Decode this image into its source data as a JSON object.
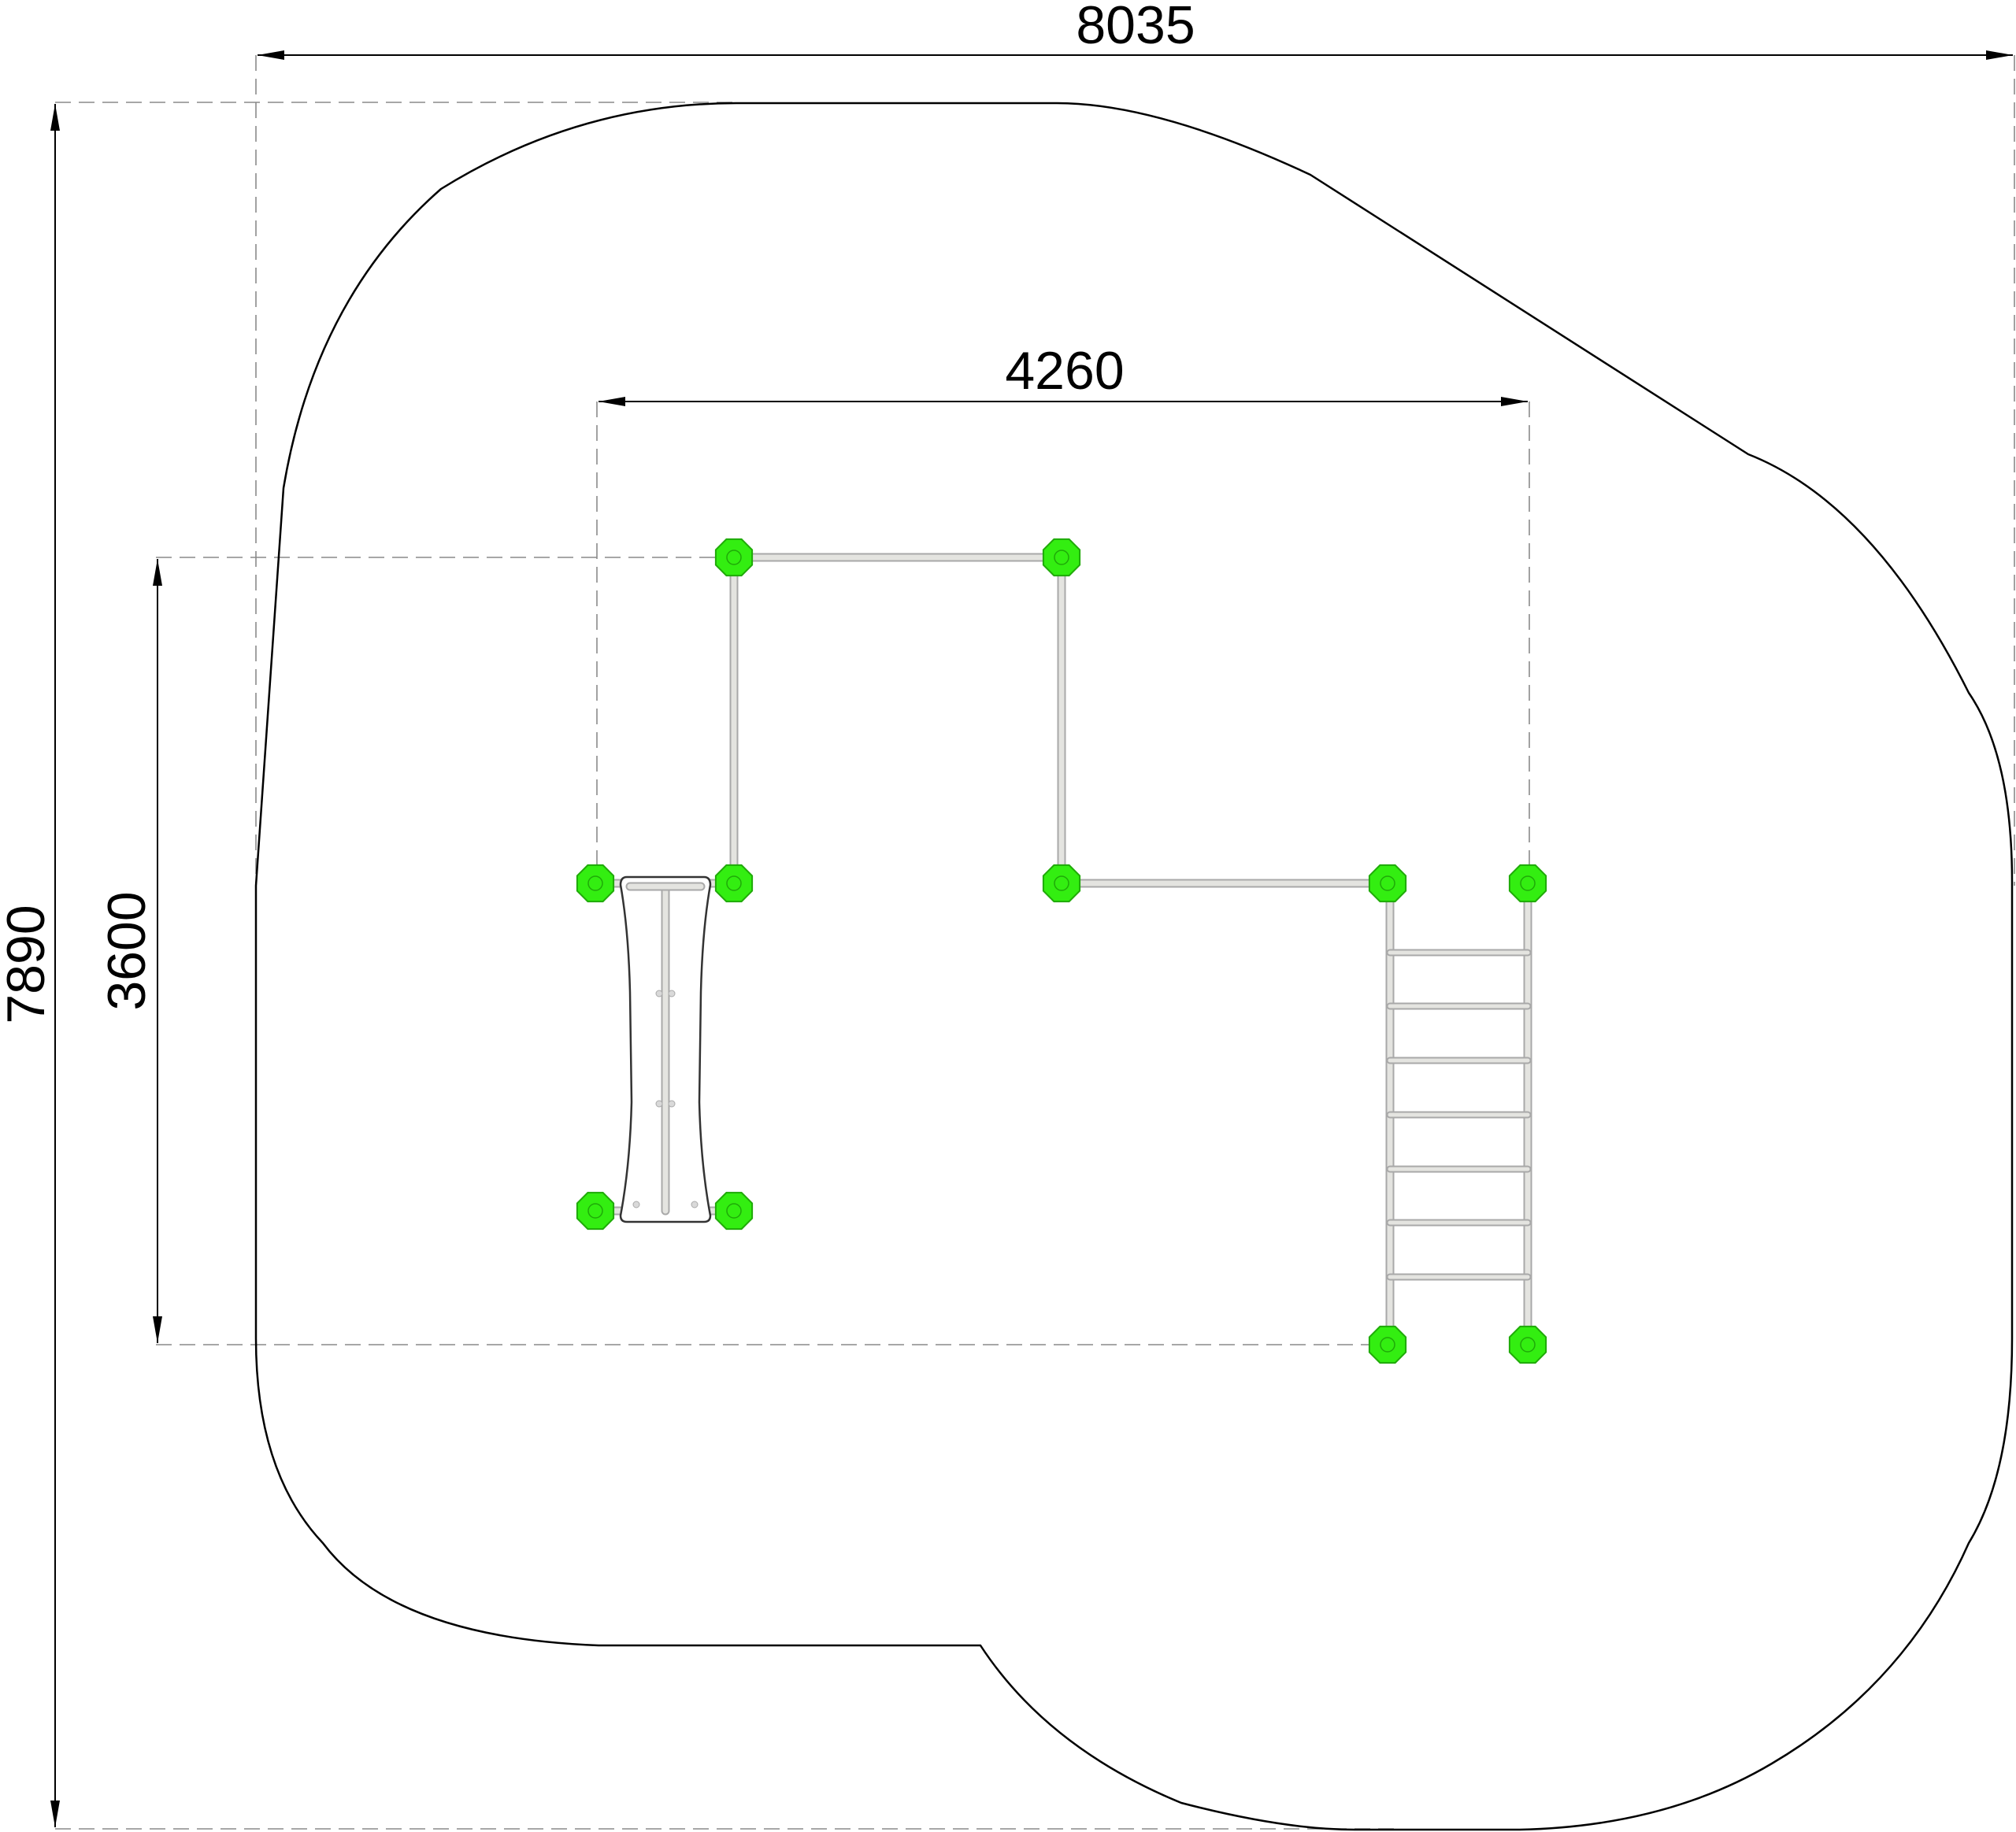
{
  "dimensions": {
    "overall_width": "8035",
    "overall_height": "7890",
    "equipment_width": "4260",
    "equipment_height": "3600"
  },
  "colors": {
    "post": "#33ee11",
    "post_edge": "#1faa08",
    "bar": "#e4e4e0",
    "outline": "#000000",
    "extension": "#8a8a8a"
  }
}
